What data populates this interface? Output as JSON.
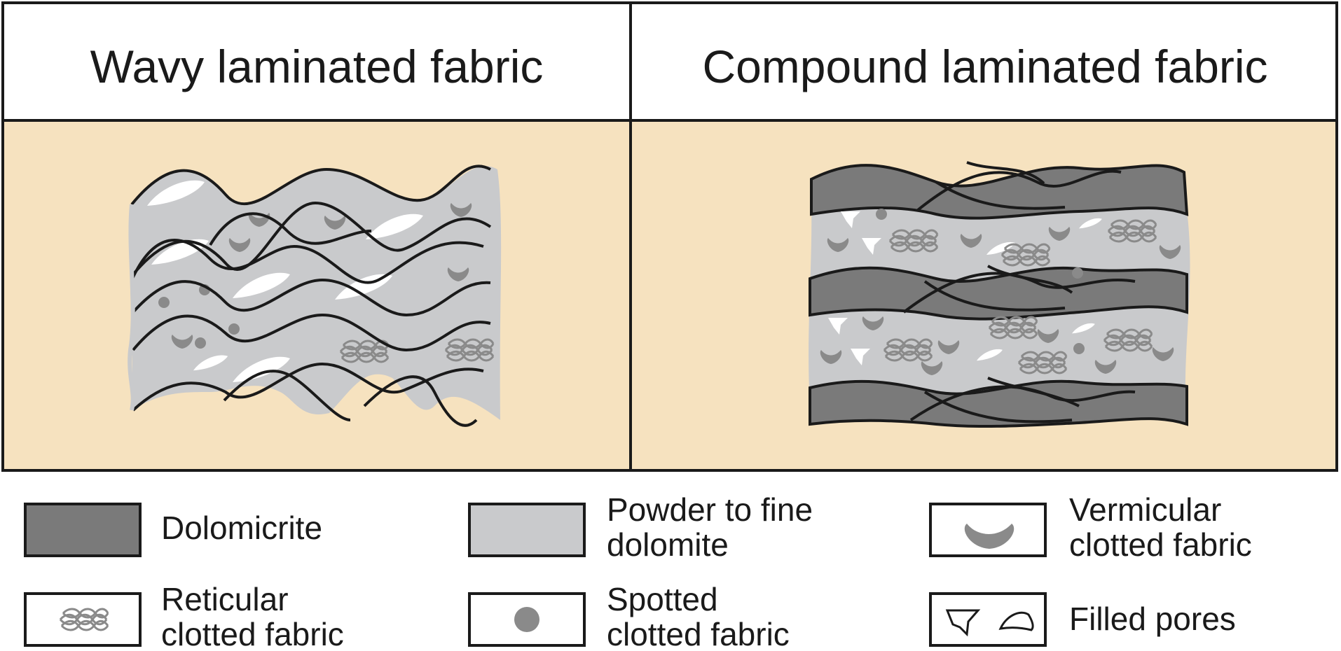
{
  "panels": {
    "left_title": "Wavy laminated fabric",
    "right_title": "Compound laminated fabric"
  },
  "colors": {
    "background": "#F6E2BF",
    "powder_dolomite": "#C9CACC",
    "dolomicrite": "#7A7A7A",
    "clot": "#8A8A8A",
    "outline": "#1A1A1A",
    "pore": "#FFFFFF"
  },
  "legend": {
    "dolomicrite": "Dolomicrite",
    "powder_line1": "Powder to fine",
    "powder_line2": "dolomite",
    "vermicular_line1": "Vermicular",
    "vermicular_line2": "clotted fabric",
    "reticular_line1": "Reticular",
    "reticular_line2": "clotted fabric",
    "spotted_line1": "Spotted",
    "spotted_line2": "clotted fabric",
    "pores": "Filled pores"
  },
  "icons": [
    "dolomicrite-swatch",
    "powder-dolomite-swatch",
    "vermicular-clot-icon",
    "reticular-clot-icon",
    "spotted-clot-icon",
    "filled-pores-icon"
  ]
}
